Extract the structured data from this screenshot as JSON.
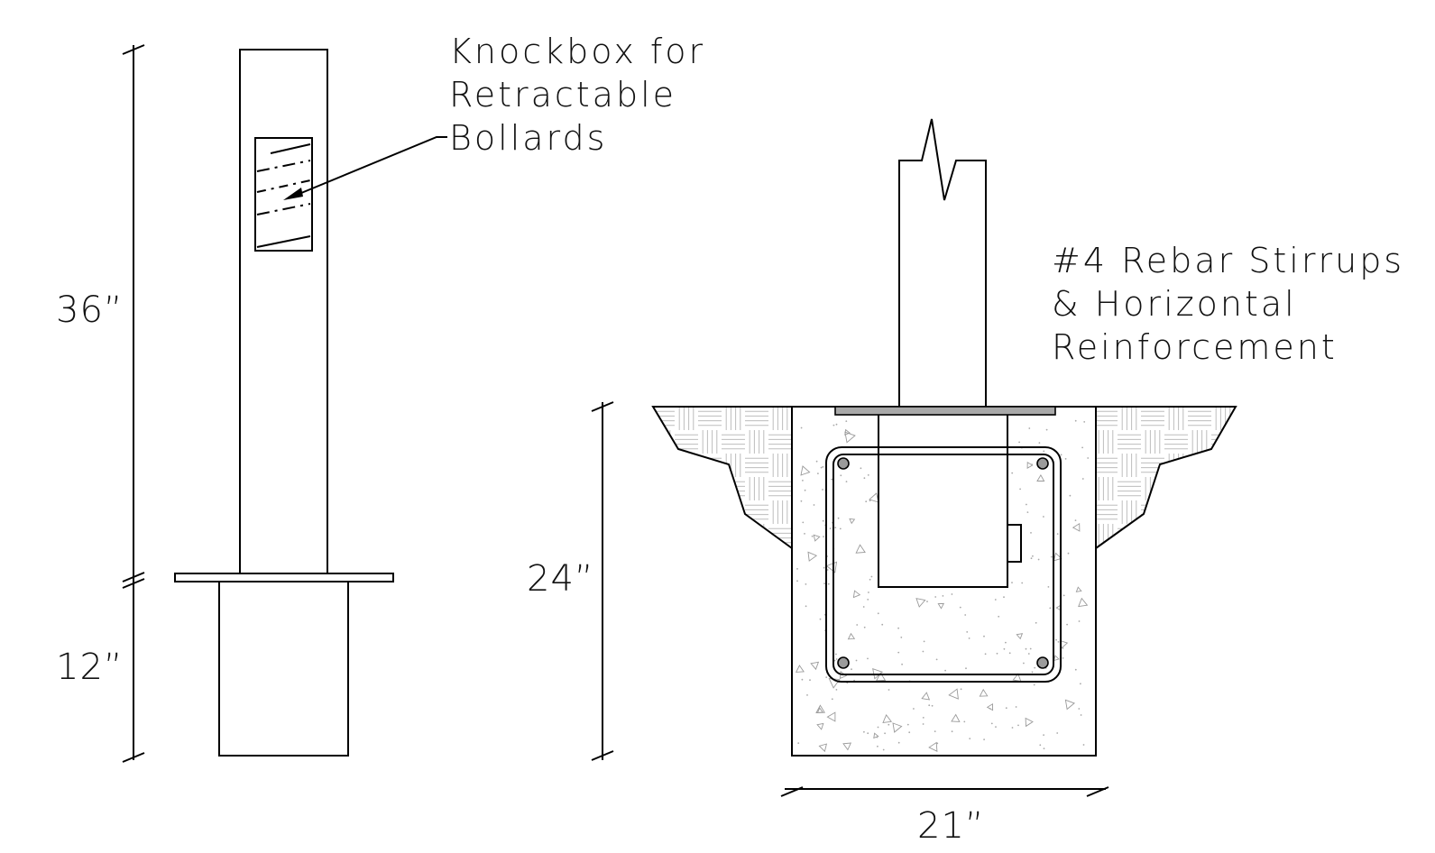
{
  "labels": {
    "knockbox": [
      "Knockbox for",
      "Retractable",
      "Bollards"
    ],
    "rebar": [
      "#4 Rebar Stirrups",
      "& Horizontal",
      "Reinforcement"
    ]
  },
  "dimensions": {
    "above_grade": "36”",
    "below_grade": "12”",
    "footing_depth": "24”",
    "footing_width": "21”"
  }
}
